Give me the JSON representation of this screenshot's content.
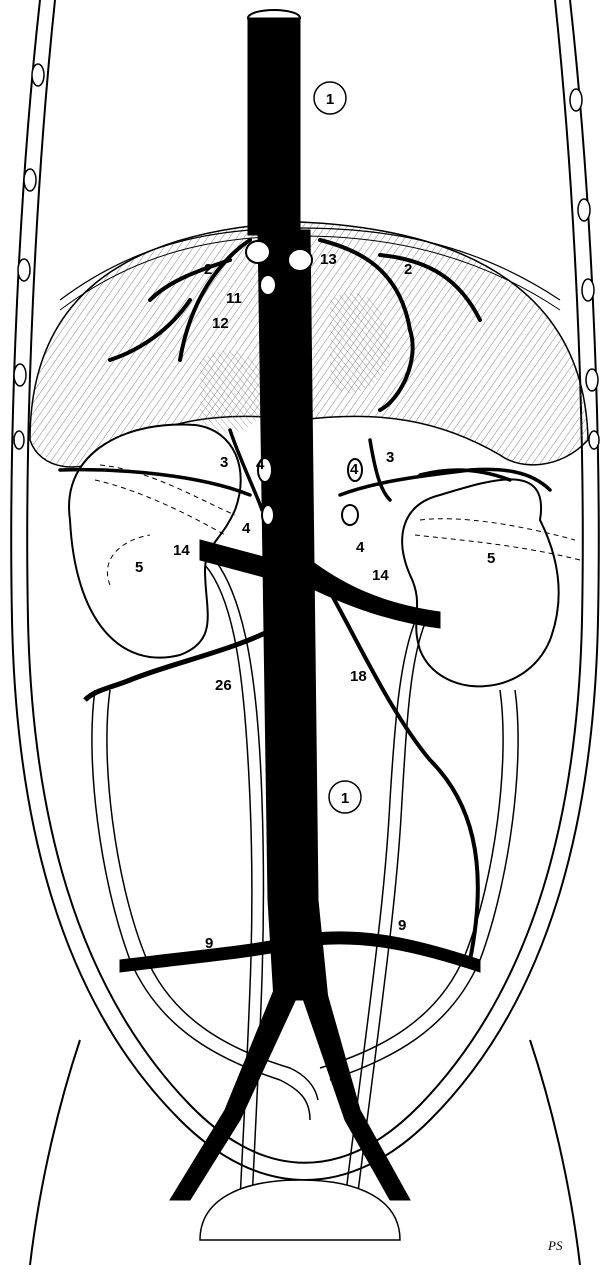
{
  "labels": {
    "aorta_top": "1",
    "aorta_mid": "1",
    "inf_phrenic_l": "2",
    "inf_phrenic_r": "2",
    "sup_suprarenal_l": "3",
    "sup_suprarenal_r": "3",
    "mid_suprarenal_l1": "4",
    "mid_suprarenal_l2": "4",
    "mid_suprarenal_r1": "4",
    "mid_suprarenal_r2": "4",
    "kidney_l": "5",
    "kidney_r": "5",
    "common_iliac_l": "9",
    "common_iliac_r": "9",
    "celiac": "11",
    "sup_mesenteric": "12",
    "crus": "13",
    "renal_l": "14",
    "renal_r": "14",
    "gonadal": "18",
    "lumbar": "26"
  },
  "signature": "PS"
}
